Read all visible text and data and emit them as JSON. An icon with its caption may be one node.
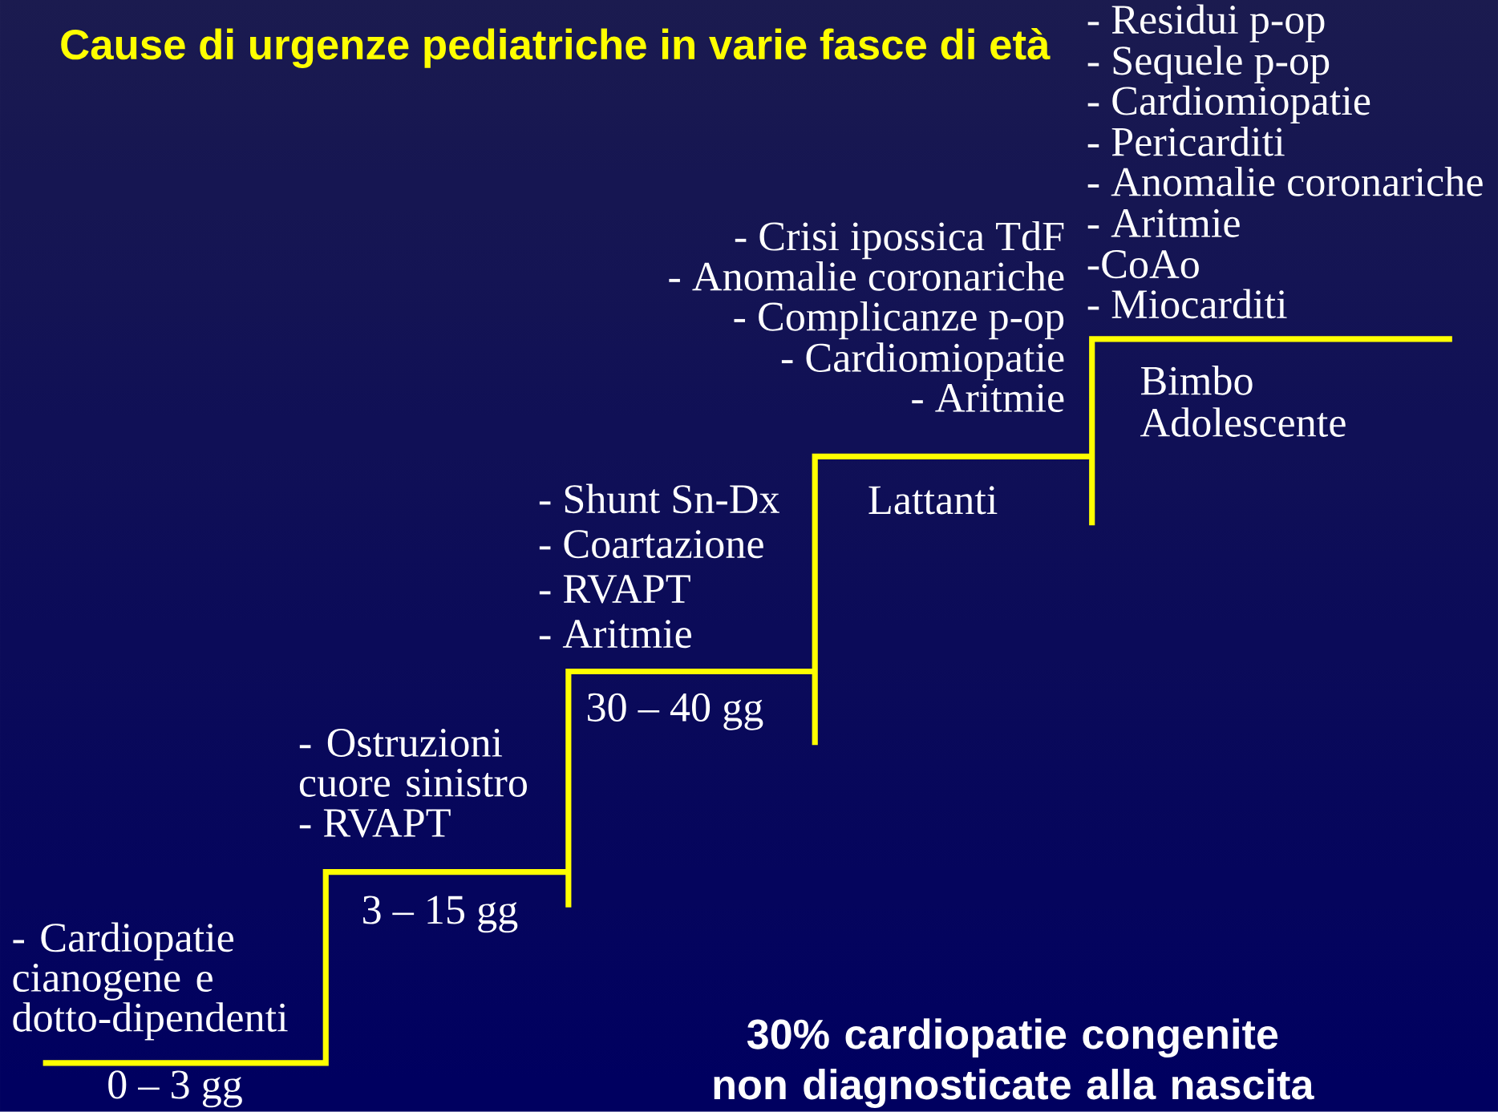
{
  "diagram": {
    "title": "Cause di urgenze pediatriche in varie fasce di età",
    "caption": "30% cardiopatie congenite non diagnosticate alla nascita",
    "labels": [
      "- Cardiopatie cianogene e dotto-dipendenti",
      "0 – 3 gg",
      "- Ostruzioni cuore sinistro",
      "- RVAPT",
      "3 – 15 gg",
      "- Shunt Sn-Dx",
      "- Coartazione",
      "- RVAPT",
      "- Aritmie",
      "30 – 40 gg",
      "- Crisi ipossica TdF",
      "- Anomalie coronariche",
      "- Complicanze p-op",
      "- Cardiomiopatie",
      "- Aritmie",
      "Lattanti",
      "- Residui p-op",
      "- Sequele p-op",
      "- Cardiomiopatie",
      "- Pericarditi",
      "- Anomalie coronariche",
      "- Aritmie",
      "-CoAo",
      "- Miocarditi",
      "Bimbo Adolescente"
    ]
  }
}
